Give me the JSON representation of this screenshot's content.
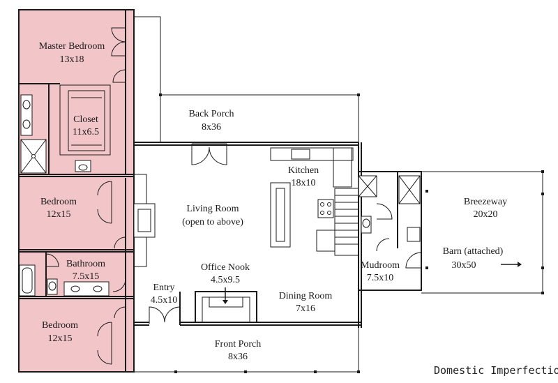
{
  "colors": {
    "bedroom_wing": "#f2c6c9",
    "wall": "#1a1a1a",
    "background": "#ffffff"
  },
  "rooms": {
    "master_bedroom": {
      "name": "Master Bedroom",
      "size": "13x18"
    },
    "closet": {
      "name": "Closet",
      "size": "11x6.5"
    },
    "bedroom_1": {
      "name": "Bedroom",
      "size": "12x15"
    },
    "bathroom": {
      "name": "Bathroom",
      "size": "7.5x15"
    },
    "bedroom_2": {
      "name": "Bedroom",
      "size": "12x15"
    },
    "back_porch": {
      "name": "Back Porch",
      "size": "8x36"
    },
    "kitchen": {
      "name": "Kitchen",
      "size": "18x10"
    },
    "living_room": {
      "name": "Living Room",
      "size": "(open to above)"
    },
    "office_nook": {
      "name": "Office Nook",
      "size": "4.5x9.5"
    },
    "entry": {
      "name": "Entry",
      "size": "4.5x10"
    },
    "dining_room": {
      "name": "Dining Room",
      "size": "7x16"
    },
    "front_porch": {
      "name": "Front Porch",
      "size": "8x36"
    },
    "mudroom": {
      "name": "Mudroom",
      "size": "7.5x10"
    },
    "breezeway": {
      "name": "Breezeway",
      "size": "20x20"
    },
    "barn": {
      "name": "Barn (attached)",
      "size": "30x50"
    }
  },
  "watermark": "Domestic Imperfection"
}
